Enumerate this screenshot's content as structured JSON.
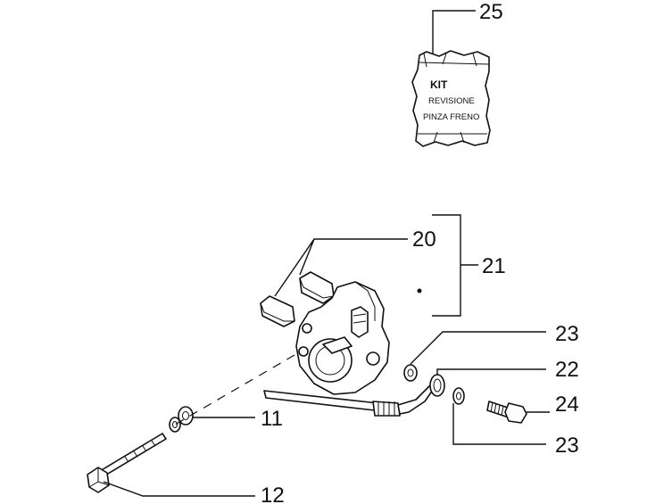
{
  "callouts": {
    "c25": "25",
    "c20": "20",
    "c21": "21",
    "c23a": "23",
    "c22": "22",
    "c24": "24",
    "c23b": "23",
    "c11": "11",
    "c12": "12"
  },
  "kit_label": {
    "line1": "KIT",
    "line2": "REVISIONE",
    "line3": "PINZA FRENO"
  }
}
